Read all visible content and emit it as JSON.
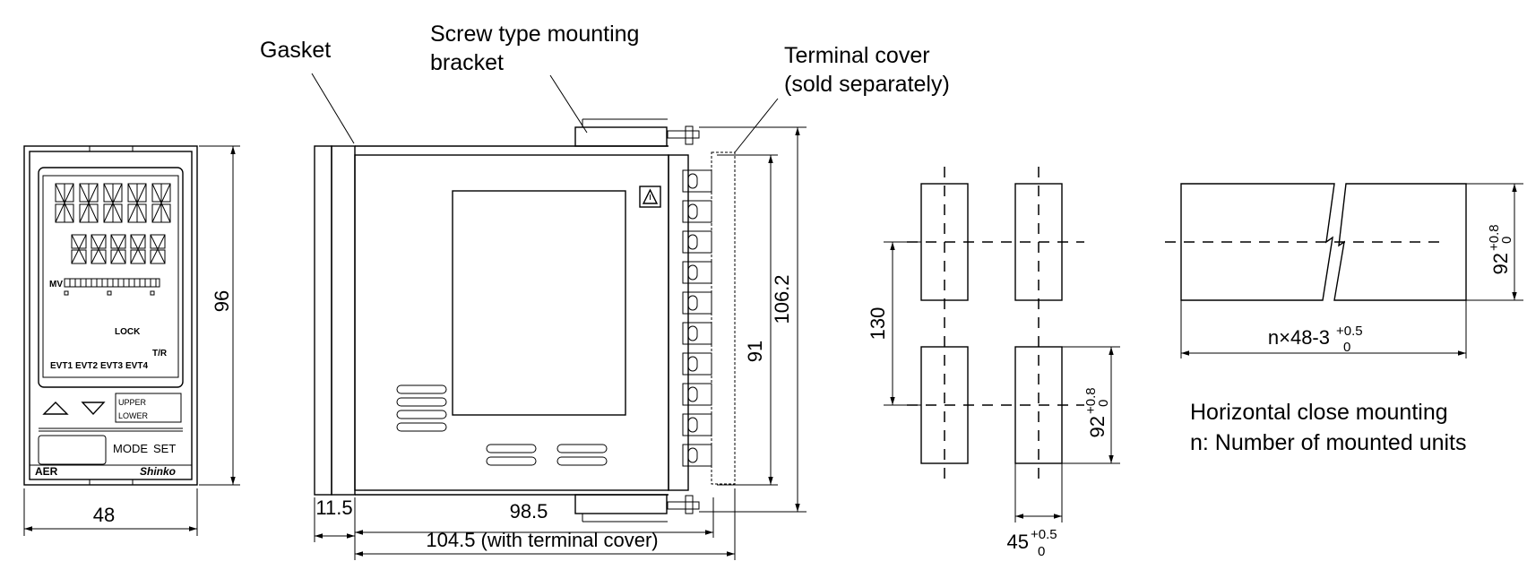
{
  "callouts": {
    "gasket": "Gasket",
    "bracket_line1": "Screw type mounting",
    "bracket_line2": "bracket",
    "terminal_line1": "Terminal cover",
    "terminal_line2": "(sold separately)"
  },
  "front_view": {
    "width_dim": "48",
    "height_dim": "96",
    "mv_label": "MV",
    "lock_label": "LOCK",
    "tr_label": "T/R",
    "evt_labels": [
      "EVT1",
      "EVT2",
      "EVT3",
      "EVT4"
    ],
    "upper_label": "UPPER",
    "lower_label": "LOWER",
    "mode_label": "MODE",
    "set_label": "SET",
    "model_label": "AER",
    "brand_label": "Shinko"
  },
  "side_view": {
    "gasket_dim": "11.5",
    "depth_dim": "98.5",
    "total_depth_dim": "104.5 (with terminal cover)",
    "height_inner_dim": "91",
    "height_outer_dim": "106.2"
  },
  "panel_cutout": {
    "pitch_dim": "130",
    "cut_height_main": "92",
    "cut_height_tol_upper": "+0.8",
    "cut_height_tol_lower": "0",
    "cut_width_main": "45",
    "cut_width_tol_upper": "+0.5",
    "cut_width_tol_lower": "0"
  },
  "close_mounting": {
    "width_main": "n×48-3",
    "width_tol_upper": "+0.5",
    "width_tol_lower": "0",
    "height_main": "92",
    "height_tol_upper": "+0.8",
    "height_tol_lower": "0",
    "note_line1": "Horizontal close mounting",
    "note_line2": "n: Number of mounted units"
  }
}
